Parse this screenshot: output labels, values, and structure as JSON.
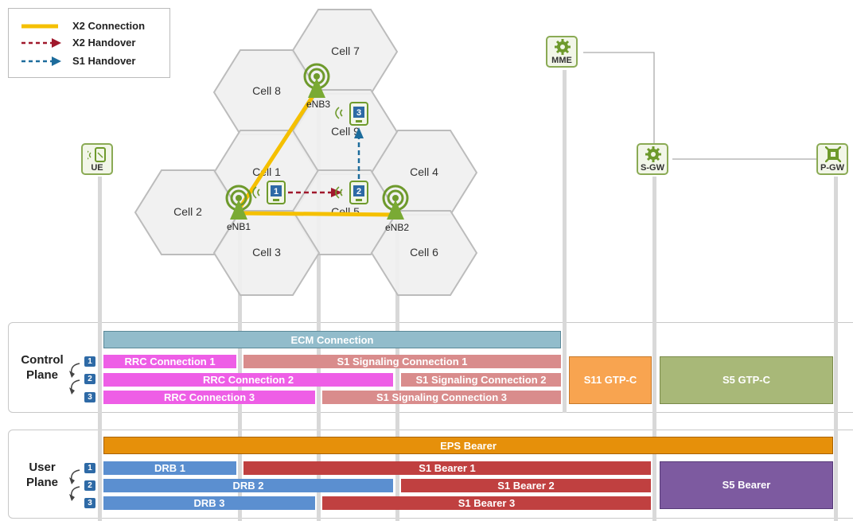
{
  "legend": {
    "x2_connection": "X2 Connection",
    "x2_handover": "X2 Handover",
    "s1_handover": "S1 Handover",
    "colors": {
      "x2_connection": "#f5c000",
      "x2_handover": "#a0182c",
      "s1_handover": "#1d6c9c"
    }
  },
  "cells": [
    "Cell 1",
    "Cell 2",
    "Cell 3",
    "Cell 4",
    "Cell 5",
    "Cell 6",
    "Cell 7",
    "Cell 8",
    "Cell 9"
  ],
  "enbs": {
    "enb1": "eNB1",
    "enb2": "eNB2",
    "enb3": "eNB3"
  },
  "ue_positions": [
    "1",
    "2",
    "3"
  ],
  "nodes": {
    "ue": "UE",
    "mme": "MME",
    "sgw": "S-GW",
    "pgw": "P-GW"
  },
  "control_plane": {
    "label_line1": "Control",
    "label_line2": "Plane",
    "ecm": "ECM Connection",
    "rows": [
      {
        "num": "1",
        "rrc": "RRC Connection 1",
        "s1": "S1 Signaling Connection 1"
      },
      {
        "num": "2",
        "rrc": "RRC Connection 2",
        "s1": "S1 Signaling Connection 2"
      },
      {
        "num": "3",
        "rrc": "RRC Connection 3",
        "s1": "S1 Signaling Connection 3"
      }
    ],
    "s11": "S11 GTP-C",
    "s5": "S5 GTP-C"
  },
  "user_plane": {
    "label_line1": "User",
    "label_line2": "Plane",
    "eps": "EPS Bearer",
    "rows": [
      {
        "num": "1",
        "drb": "DRB 1",
        "s1": "S1 Bearer 1"
      },
      {
        "num": "2",
        "drb": "DRB 2",
        "s1": "S1 Bearer 2"
      },
      {
        "num": "3",
        "drb": "DRB 3",
        "s1": "S1 Bearer 3"
      }
    ],
    "s5": "S5 Bearer"
  },
  "colors": {
    "ecm": "#92bccb",
    "rrc": "#ee5ee6",
    "s1_signaling": "#d98c8c",
    "s11": "#f8a450",
    "s5_gtpc": "#a8b878",
    "eps": "#e6900a",
    "drb": "#5b8fd0",
    "s1_bearer": "#c04040",
    "s5_bearer": "#7d5aa0"
  }
}
